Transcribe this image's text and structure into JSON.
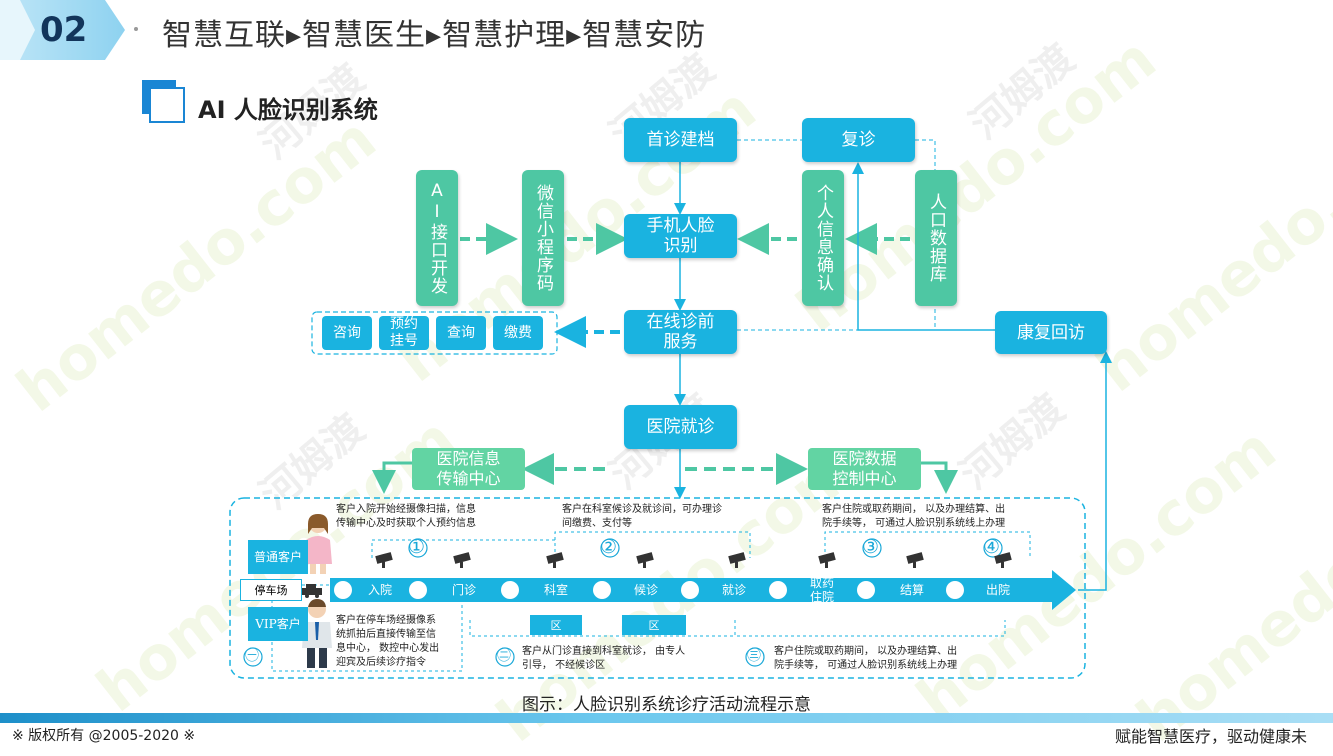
{
  "header": {
    "number": "02",
    "title": "智慧互联▸智慧医生▸智慧护理▸智慧安防"
  },
  "section": {
    "title": "AI 人脸识别系统"
  },
  "watermark": {
    "text": "homedo.com",
    "cn": "河姆渡"
  },
  "flow": {
    "first_visit": "首诊建档",
    "revisit": "复诊",
    "ai_dev": "AI接口开发",
    "wechat": "微信小程序码",
    "face_line1": "手机人脸",
    "face_line2": "识别",
    "personal": "个人信息确认",
    "population": "人口数据库",
    "online_line1": "在线诊前",
    "online_line2": "服务",
    "rehab": "康复回访",
    "hospital_visit": "医院就诊",
    "info_center_line1": "医院信息",
    "info_center_line2": "传输中心",
    "data_center_line1": "医院数据",
    "data_center_line2": "控制中心",
    "services": [
      {
        "line1": "咨询",
        "line2": ""
      },
      {
        "line1": "预约",
        "line2": "挂号"
      },
      {
        "line1": "查询",
        "line2": ""
      },
      {
        "line1": "缴费",
        "line2": ""
      }
    ]
  },
  "process": {
    "customer_normal": "普通客户",
    "customer_vip": "VIP客户",
    "parking": "停车场",
    "stages": [
      {
        "line1": "入院",
        "line2": ""
      },
      {
        "line1": "门诊",
        "line2": ""
      },
      {
        "line1": "科室",
        "line2": ""
      },
      {
        "line1": "候诊",
        "line2": ""
      },
      {
        "line1": "就诊",
        "line2": ""
      },
      {
        "line1": "取药",
        "line2": "住院"
      },
      {
        "line1": "结算",
        "line2": ""
      },
      {
        "line1": "出院",
        "line2": ""
      }
    ],
    "small_boxes": [
      "区",
      "区"
    ],
    "circle_nums": [
      "①",
      "②",
      "③",
      "④"
    ],
    "bottom_nums": [
      "㊀",
      "㊁",
      "㊂"
    ],
    "note_top1_l1": "客户入院开始经摄像扫描，信息",
    "note_top1_l2": "传输中心及时获取个人预约信息",
    "note_top2_l1": "客户在科室候诊及就诊间，可办理诊",
    "note_top2_l2": "间缴费、支付等",
    "note_top3_l1": "客户住院或取药期间， 以及办理结算、出",
    "note_top3_l2": "院手续等， 可通过人脸识别系统线上办理",
    "note_bot1_l1": "客户在停车场经摄像系",
    "note_bot1_l2": "统抓拍后直接传输至信",
    "note_bot1_l3": "息中心， 数控中心发出",
    "note_bot1_l4": "迎宾及后续诊疗指令",
    "note_bot2_l1": "客户从门诊直接到科室就诊， 由专人",
    "note_bot2_l2": "引导， 不经候诊区",
    "note_bot3_l1": "客户住院或取药期间， 以及办理结算、出",
    "note_bot3_l2": "院手续等， 可通过人脸识别系统线上办理"
  },
  "caption": "图示：人脸识别系统诊疗活动流程示意",
  "footer": {
    "left": "※  版权所有 @2005-2020  ※",
    "right": "赋能智慧医疗，驱动健康未"
  },
  "colors": {
    "primary": "#1ab3e0",
    "green": "#4ec7a3",
    "navy": "#12355b"
  }
}
